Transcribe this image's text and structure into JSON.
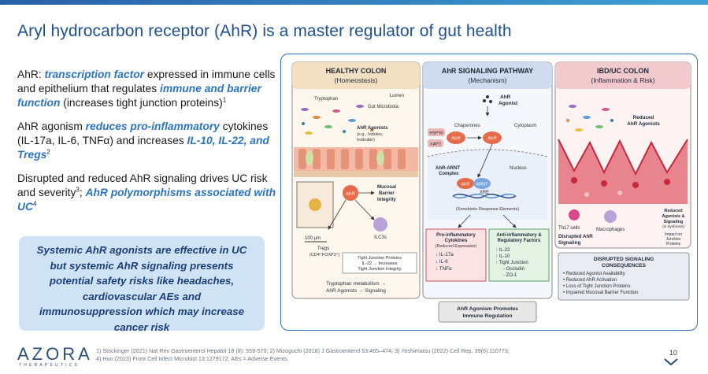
{
  "title": "Aryl hydrocarbon receptor (AhR) is a master regulator of gut health",
  "bullets": {
    "b1": {
      "p1": "AhR: ",
      "e1": "transcription factor",
      "p2": " expressed in immune cells and epithelium that regulates ",
      "e2": "immune and barrier function",
      "p3": " (increases tight junction proteins)",
      "sup": "1"
    },
    "b2": {
      "p1": "AhR agonism ",
      "e1": "reduces pro-inflammatory",
      "p2": " cytokines (IL-17a, IL-6, TNFα) and increases ",
      "e2": "IL-10, IL-22, and Tregs",
      "sup": "2"
    },
    "b3": {
      "p1": "Disrupted and reduced AhR signaling drives UC risk and severity",
      "sup1": "3",
      "p2": "; ",
      "e1": "AhR polymorphisms associated with UC",
      "sup2": "4"
    }
  },
  "callout": "Systemic AhR agonists are effective in UC but systemic AhR signaling presents potential safety risks like headaches, cardiovascular AEs and immunosuppression which may increase cancer risk",
  "figure": {
    "healthy": {
      "header1": "HEALTHY COLON",
      "header2": "(Homeostasis)",
      "lumen": "Lumen",
      "tryptophan": "Tryptophan",
      "microbiota": "Gut Microbiota",
      "agonists1": "AhR Agonists",
      "agonists2": "(e.g., Indoles,",
      "agonists3": "Indirubin)",
      "ahr": "AhR",
      "mucosal1": "Mucosal",
      "mucosal2": "Barrier",
      "mucosal3": "Integrity",
      "tregs1": "Tregs",
      "tregs2": "(CD4⁺FOXP3⁺)",
      "ilc3": "ILC3s",
      "tj1": "Tight Junction Proteins",
      "tj2": "IL-22 → Increases",
      "tj3": "Tight Junction Integrity",
      "scale": "100 µm",
      "foot1": "Tryptophan metabolism →",
      "foot2": "AhR Agonists → Signaling"
    },
    "pathway": {
      "header1": "AhR SIGNALING PATHWAY",
      "header2": "(Mechanism)",
      "agonist1": "AhR",
      "agonist2": "Agonist",
      "chaperones": "Chaperones",
      "cytoplasm": "Cytoplasm",
      "hsp90": "HSP90",
      "xap2": "XAP2",
      "ahr": "AhR",
      "arnt_complex1": "AhR-ARNT",
      "arnt_complex2": "Complex",
      "nucleus": "Nucleus",
      "arnt": "ARNT",
      "xre": "XRE",
      "xre_full": "(Xenobiotic Response Elements)",
      "pro_title1": "Pro-inflammatory",
      "pro_title2": "Cytokines",
      "pro_title3": "(Reduced Expression)",
      "pro_items": [
        "↓ IL-17a",
        "↓ IL-6",
        "↓ TNFα"
      ],
      "anti_title1": "Anti-inflammatory &",
      "anti_title2": "Regulatory Factors",
      "anti_items": [
        "↑ IL-22",
        "↑ IL-10",
        "↑ Tight Junction",
        "- Occludin",
        "- ZO-1"
      ],
      "promotes1": "AhR Agonism Promotes",
      "promotes2": "Immune Regulation"
    },
    "ibd": {
      "header1": "IBD/UC COLON",
      "header2": "(Inflammation & Risk)",
      "reduced1": "Reduced",
      "reduced2": "AhR Agonists",
      "reduced_sig1": "Reduced",
      "reduced_sig2": "Agonists &",
      "reduced_sig3": "Signaling",
      "reduced_sig4": "(in dysbiosis)",
      "impact1": "Impact on",
      "impact2": "Junction",
      "impact3": "Proteins",
      "th17": "Th17 cells",
      "macrophages": "Macrophages",
      "disrupted1": "Disrupted AhR",
      "disrupted2": "Signaling",
      "consequences1": "DISRUPTED SIGNALING",
      "consequences2": "CONSEQUENCES",
      "consequence_items": [
        "• Reduced Agonist Availability",
        "• Reduced AhR Activation",
        "• Loss of Tight Junction Proteins",
        "• Impaired Mucosal Barrier Function"
      ]
    }
  },
  "references": {
    "line1": "1) Stockinger (2021) Nat Rev Gastroenterol Hepatol 18 (8): 559-570; 2) Mizoguchi (2018) J Gastroenterol 53:465–474; 3) Yoshimatsu (2022) Cell Rep. 39(6):110773;",
    "line2": "4) Huo (2023) Front Cell Infect Microbiol 13:1279172. AEs = Adverse Events."
  },
  "logo": {
    "name": "AZORA",
    "sub": "THERAPEUTICS"
  },
  "page_number": "10",
  "colors": {
    "title": "#1e4f8f",
    "emphasis": "#2b74c4",
    "callout_bg": "#cfe3f4",
    "callout_text": "#1a3f78",
    "figure_border": "#2f6fb5",
    "inflamed": "#c8283b"
  }
}
